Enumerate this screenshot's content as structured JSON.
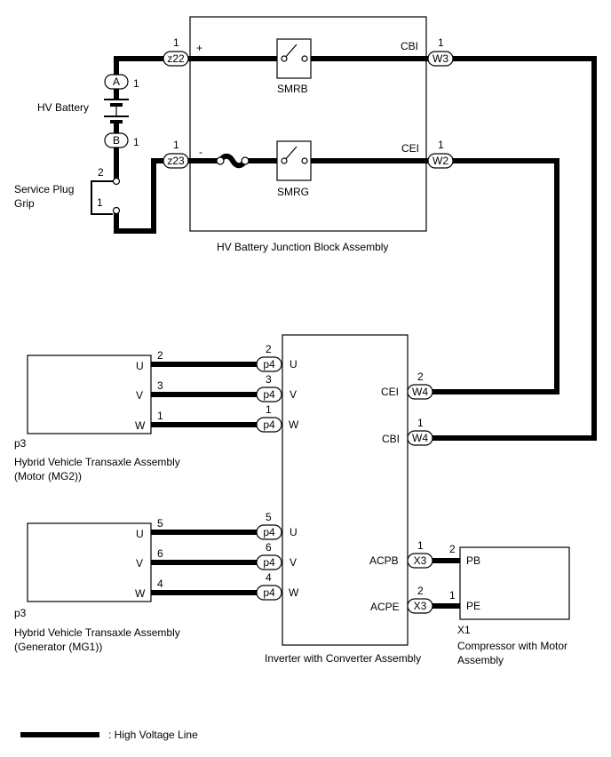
{
  "junction_block": {
    "title": "HV Battery Junction Block Assembly",
    "relay_b": "SMRB",
    "relay_g": "SMRG",
    "plus": "+",
    "minus": "-",
    "cbi": "CBI",
    "cei": "CEI",
    "conn_z22": "z22",
    "conn_z23": "z23",
    "conn_w3": "W3",
    "conn_w2": "W2",
    "pin_z22": "1",
    "pin_z23": "1",
    "pin_w3": "1",
    "pin_w2": "1"
  },
  "battery": {
    "label": "HV Battery",
    "term_a": "A",
    "term_b": "B",
    "pin_a": "1",
    "pin_b": "1"
  },
  "service_plug": {
    "label_line1": "Service Plug",
    "label_line2": "Grip",
    "pin_2": "2",
    "pin_1": "1"
  },
  "mg2": {
    "code": "p3",
    "label_line1": "Hybrid Vehicle Transaxle Assembly",
    "label_line2": "(Motor (MG2))",
    "u": "U",
    "v": "V",
    "w": "W",
    "pin_u": "2",
    "pin_v": "3",
    "pin_w": "1"
  },
  "mg1": {
    "code": "p3",
    "label_line1": "Hybrid Vehicle Transaxle Assembly",
    "label_line2": "(Generator (MG1))",
    "u": "U",
    "v": "V",
    "w": "W",
    "pin_u": "5",
    "pin_v": "6",
    "pin_w": "4"
  },
  "inverter": {
    "label": "Inverter with Converter Assembly",
    "conn_p4": "p4",
    "u": "U",
    "v": "V",
    "w": "W",
    "mg2_pin_u": "2",
    "mg2_pin_v": "3",
    "mg2_pin_w": "1",
    "mg1_pin_u": "5",
    "mg1_pin_v": "6",
    "mg1_pin_w": "4",
    "cei": "CEI",
    "cbi": "CBI",
    "conn_w4": "W4",
    "pin_cei": "2",
    "pin_cbi": "1",
    "acpb": "ACPB",
    "acpe": "ACPE",
    "conn_x3": "X3",
    "pin_acpb": "1",
    "pin_acpe": "2"
  },
  "compressor": {
    "code": "X1",
    "label_line1": "Compressor with Motor",
    "label_line2": "Assembly",
    "pb": "PB",
    "pe": "PE",
    "pin_pb": "2",
    "pin_pe": "1"
  },
  "legend": {
    "text": ": High Voltage Line"
  }
}
